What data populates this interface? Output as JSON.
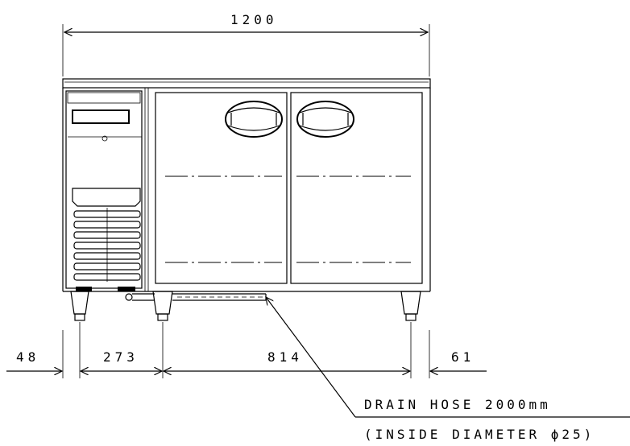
{
  "dimensions": {
    "overall_width": "1200",
    "left_offset": "48",
    "left_section": "273",
    "center_span": "814",
    "right_offset": "61"
  },
  "note": {
    "line1": "DRAIN HOSE 2000mm",
    "line2": "(INSIDE DIAMETER ϕ25)"
  },
  "icons": [
    "handle-icon",
    "vent-grille-icon",
    "arrow-icon"
  ]
}
